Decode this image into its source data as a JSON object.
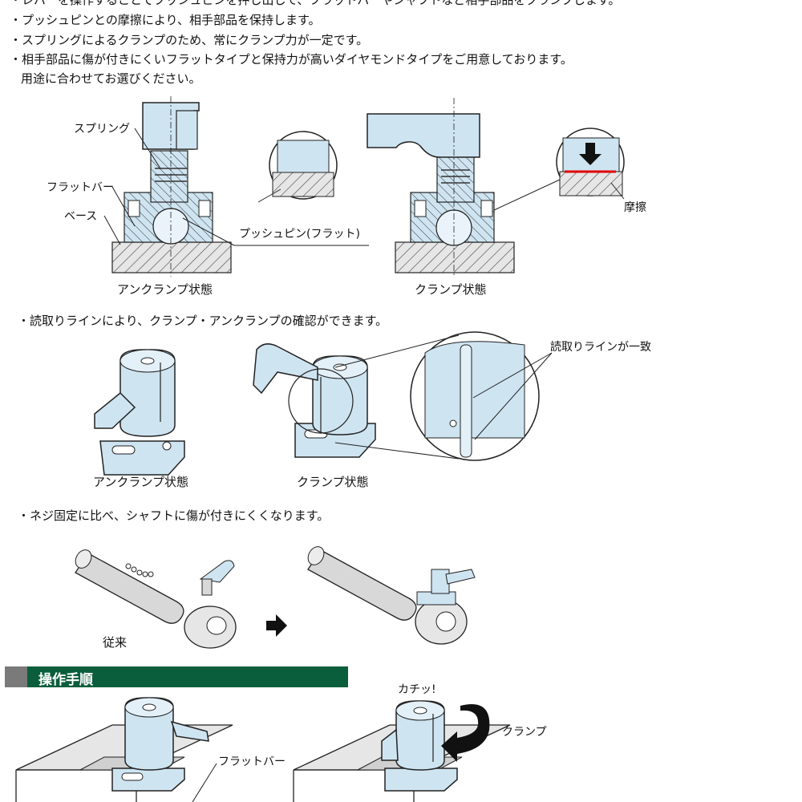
{
  "bullets_top": [
    "・レバーを操作することでプッシュピンを押し出して、フラットバーやシャフトなど相手部品をクランプします。",
    "・プッシュピンとの摩擦により、相手部品を保持します。",
    "・スプリングによるクランプのため、常にクランプ力が一定です。",
    "・相手部品に傷が付きにくいフラットタイプと保持力が高いダイヤモンドタイプをご用意しております。",
    "用途に合わせてお選びください。"
  ],
  "section1": {
    "labels": {
      "spring": "スプリング",
      "flatbar": "フラットバー",
      "base": "ベース",
      "pushpin": "プッシュピン(フラット)",
      "friction": "摩擦"
    },
    "captions": {
      "unclamp": "アンクランプ状態",
      "clamp": "クランプ状態"
    }
  },
  "section2": {
    "bullet": "・読取りラインにより、クランプ・アンクランプの確認ができます。",
    "match_label": "読取りラインが一致",
    "captions": {
      "unclamp": "アンクランプ状態",
      "clamp": "クランプ状態"
    }
  },
  "section3": {
    "bullet": "・ネジ固定に比べ、シャフトに傷が付きにくくなります。",
    "conventional": "従来"
  },
  "operation": {
    "header": "操作手順",
    "flatbar": "フラットバー",
    "click": "カチッ!",
    "clamp": "クランプ"
  },
  "colors": {
    "part": "#cfe4f1",
    "outline": "#222222",
    "header": "#0b5e3c",
    "friction": "#e00000"
  }
}
